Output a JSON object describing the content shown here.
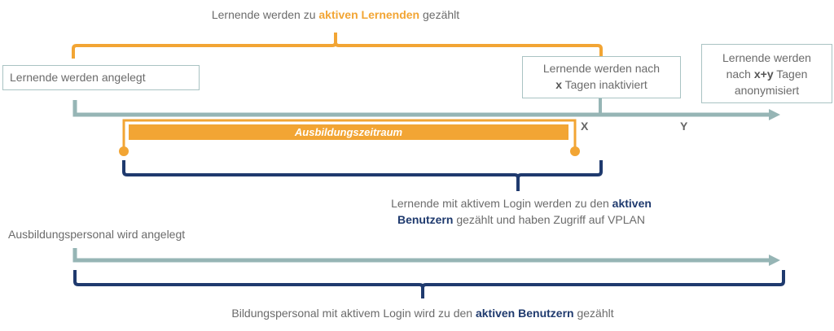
{
  "top_caption": {
    "pre": "Lernende werden zu ",
    "highlight": "aktiven Lernenden",
    "post": " gezählt"
  },
  "box_created": "Lernende werden angelegt",
  "box_inactivated": {
    "line1": "Lernende werden nach",
    "bold": "x",
    "line2_rest": " Tagen inaktiviert"
  },
  "box_anonymized": {
    "line1": "Lernende werden",
    "pre": "nach ",
    "bold": "x+y",
    "post": " Tagen",
    "line3": "anonymisiert"
  },
  "training_period": "Ausbildungszeitraum",
  "marker_x": "X",
  "marker_y": "Y",
  "middle_caption": {
    "pre": "Lernende mit aktivem Login werden zu den ",
    "highlight1": "aktiven",
    "highlight2": "Benutzern",
    "post": " gezählt und haben Zugriff auf VPLAN"
  },
  "staff_created": "Ausbildungspersonal wird angelegt",
  "bottom_caption": {
    "pre": "Bildungspersonal mit aktivem Login wird zu den ",
    "highlight": "aktiven Benutzern",
    "post": " gezählt"
  },
  "colors": {
    "orange": "#f2a534",
    "timeline": "#96b5b5",
    "navy": "#1f3a6e",
    "text": "#6b6b6b"
  }
}
